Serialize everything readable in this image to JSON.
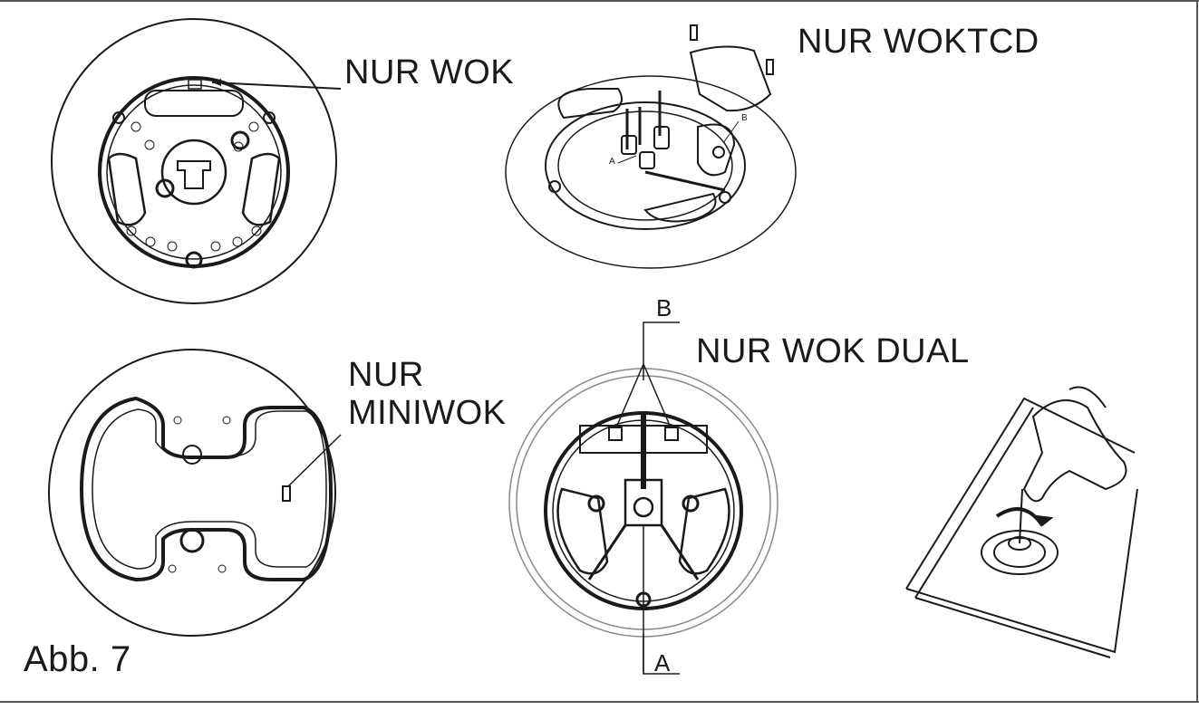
{
  "labels": {
    "nur_wok": "NUR WOK",
    "nur_woktcd": "NUR WOKTCD",
    "nur_wok_dual": "NUR WOK DUAL",
    "nur_miniwok_line1": "NUR",
    "nur_miniwok_line2": "MINIWOK",
    "figure": "Abb. 7",
    "point_a": "A",
    "point_b": "B",
    "tcd_a": "A",
    "tcd_b": "B"
  },
  "colors": {
    "line": "#1a1a1a",
    "frame": "#555555",
    "background": "#ffffff"
  }
}
